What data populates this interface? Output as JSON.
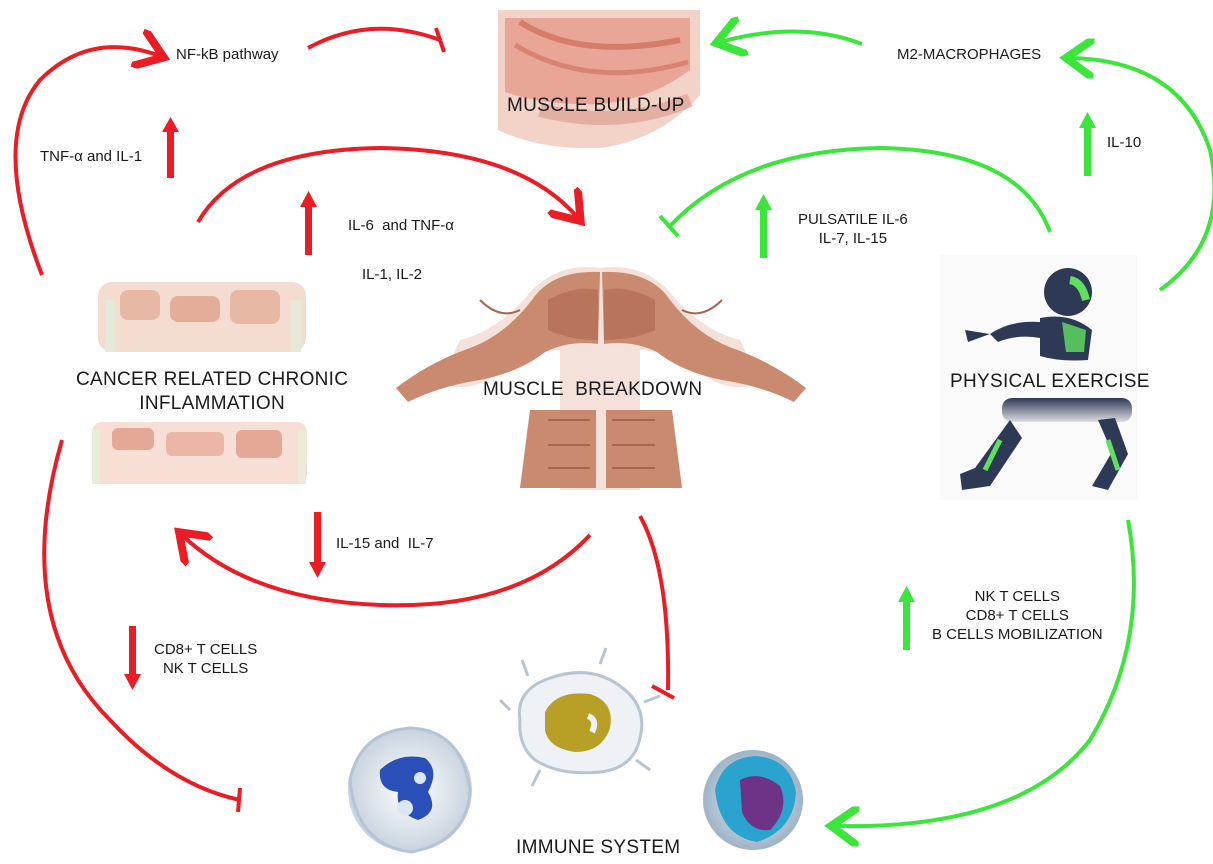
{
  "nodes": {
    "muscle_build_up": "MUSCLE BUILD-UP",
    "muscle_breakdown": "MUSCLE  BREAKDOWN",
    "cancer_inflammation": "CANCER RELATED CHRONIC\nINFLAMMATION",
    "physical_exercise": "PHYSICAL EXERCISE",
    "immune_system": "IMMUNE SYSTEM",
    "nfkb": "NF-kB pathway",
    "m2": "M2-MACROPHAGES"
  },
  "labels": {
    "tnf_il1": "TNF-α and IL-1",
    "il6_tnf": "IL-6  and TNF-α",
    "il1_il2": "IL-1, IL-2",
    "il10": "IL-10",
    "pulsatile": "PULSATILE IL-6\nIL-7, IL-15",
    "il15_il7": "IL-15 and  IL-7",
    "cd8_nk_down": "CD8+ T CELLS\nNK T CELLS",
    "nk_cd8_b_up": "NK T CELLS\nCD8+ T CELLS\nB CELLS MOBILIZATION"
  },
  "colors": {
    "inhibit_red": "#ec1c24",
    "promote_green": "#39e639",
    "muscle": "#c98a70",
    "text": "#1a1a1a"
  }
}
